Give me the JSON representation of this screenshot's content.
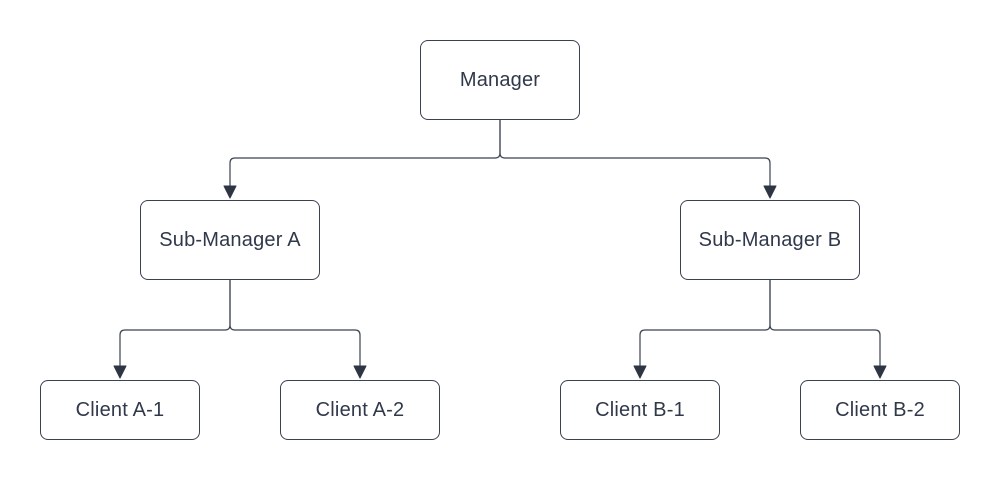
{
  "diagram": {
    "type": "org-chart-tree",
    "colors": {
      "background": "#ffffff",
      "node_fill": "#ffffff",
      "node_border": "#3a4150",
      "edge_stroke": "#3a4150",
      "arrow_fill": "#2e3542",
      "text": "#30384a"
    },
    "nodes": [
      {
        "id": "manager",
        "label": "Manager",
        "level": 0
      },
      {
        "id": "sub-manager-a",
        "label": "Sub-Manager A",
        "level": 1
      },
      {
        "id": "sub-manager-b",
        "label": "Sub-Manager B",
        "level": 1
      },
      {
        "id": "client-a-1",
        "label": "Client A-1",
        "level": 2
      },
      {
        "id": "client-a-2",
        "label": "Client A-2",
        "level": 2
      },
      {
        "id": "client-b-1",
        "label": "Client B-1",
        "level": 2
      },
      {
        "id": "client-b-2",
        "label": "Client B-2",
        "level": 2
      }
    ],
    "edges": [
      {
        "from": "Manager",
        "to": "Sub-Manager A",
        "arrow": "filled-triangle"
      },
      {
        "from": "Manager",
        "to": "Sub-Manager B",
        "arrow": "filled-triangle"
      },
      {
        "from": "Sub-Manager A",
        "to": "Client A-1",
        "arrow": "filled-triangle"
      },
      {
        "from": "Sub-Manager A",
        "to": "Client A-2",
        "arrow": "filled-triangle"
      },
      {
        "from": "Sub-Manager B",
        "to": "Client B-1",
        "arrow": "filled-triangle"
      },
      {
        "from": "Sub-Manager B",
        "to": "Client B-2",
        "arrow": "filled-triangle"
      }
    ]
  }
}
